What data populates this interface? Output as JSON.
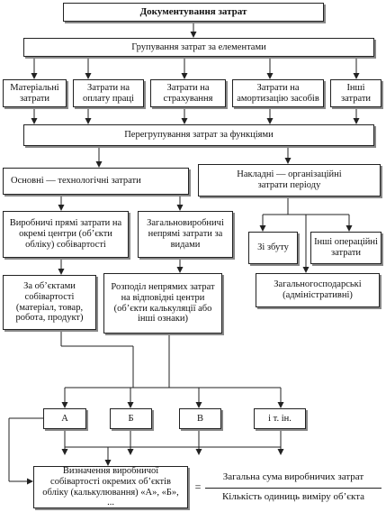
{
  "nodes": {
    "doc_costs": "Документування затрат",
    "grouping": "Групування затрат за елементами",
    "material": "Матеріальні затрати",
    "labor": "Затрати на оплату праці",
    "insurance": "Затрати на страхування",
    "depreciation": "Затрати на амортизацію засобів",
    "other_costs": "Інші затрати",
    "regrouping": "Перегрупування затрат за функціями",
    "main_costs": "Основні — технологічні затрати",
    "overhead": "Накладні — організаційні затрати періоду",
    "direct_prod": "Виробничі прямі затрати на окремі центри (об’єкти обліку) собівартості",
    "general_prod": "Загальновиробничі непрямі затрати за видами",
    "sales": "Зі збуту",
    "other_ops": "Інші операційні затрати",
    "admin": "Загальногосподарські (адміністративні)",
    "by_objects": "За об’єктами собівартості (матеріал, товар, робота, продукт)",
    "distribution": "Розподіл непрямих затрат на відповідні центри (об’єкти калькуляції або інші ознаки)",
    "obj_a": "А",
    "obj_b": "Б",
    "obj_c": "В",
    "obj_etc": "і т. ін.",
    "costing": "Визначення виробничої собівартості окремих об’єктів обліку (калькулювання) «А», «Б», ..."
  },
  "formula": {
    "equals": "=",
    "numerator": "Загальна сума виробничих затрат",
    "denominator": "Кількість одиниць виміру об’єкта"
  }
}
